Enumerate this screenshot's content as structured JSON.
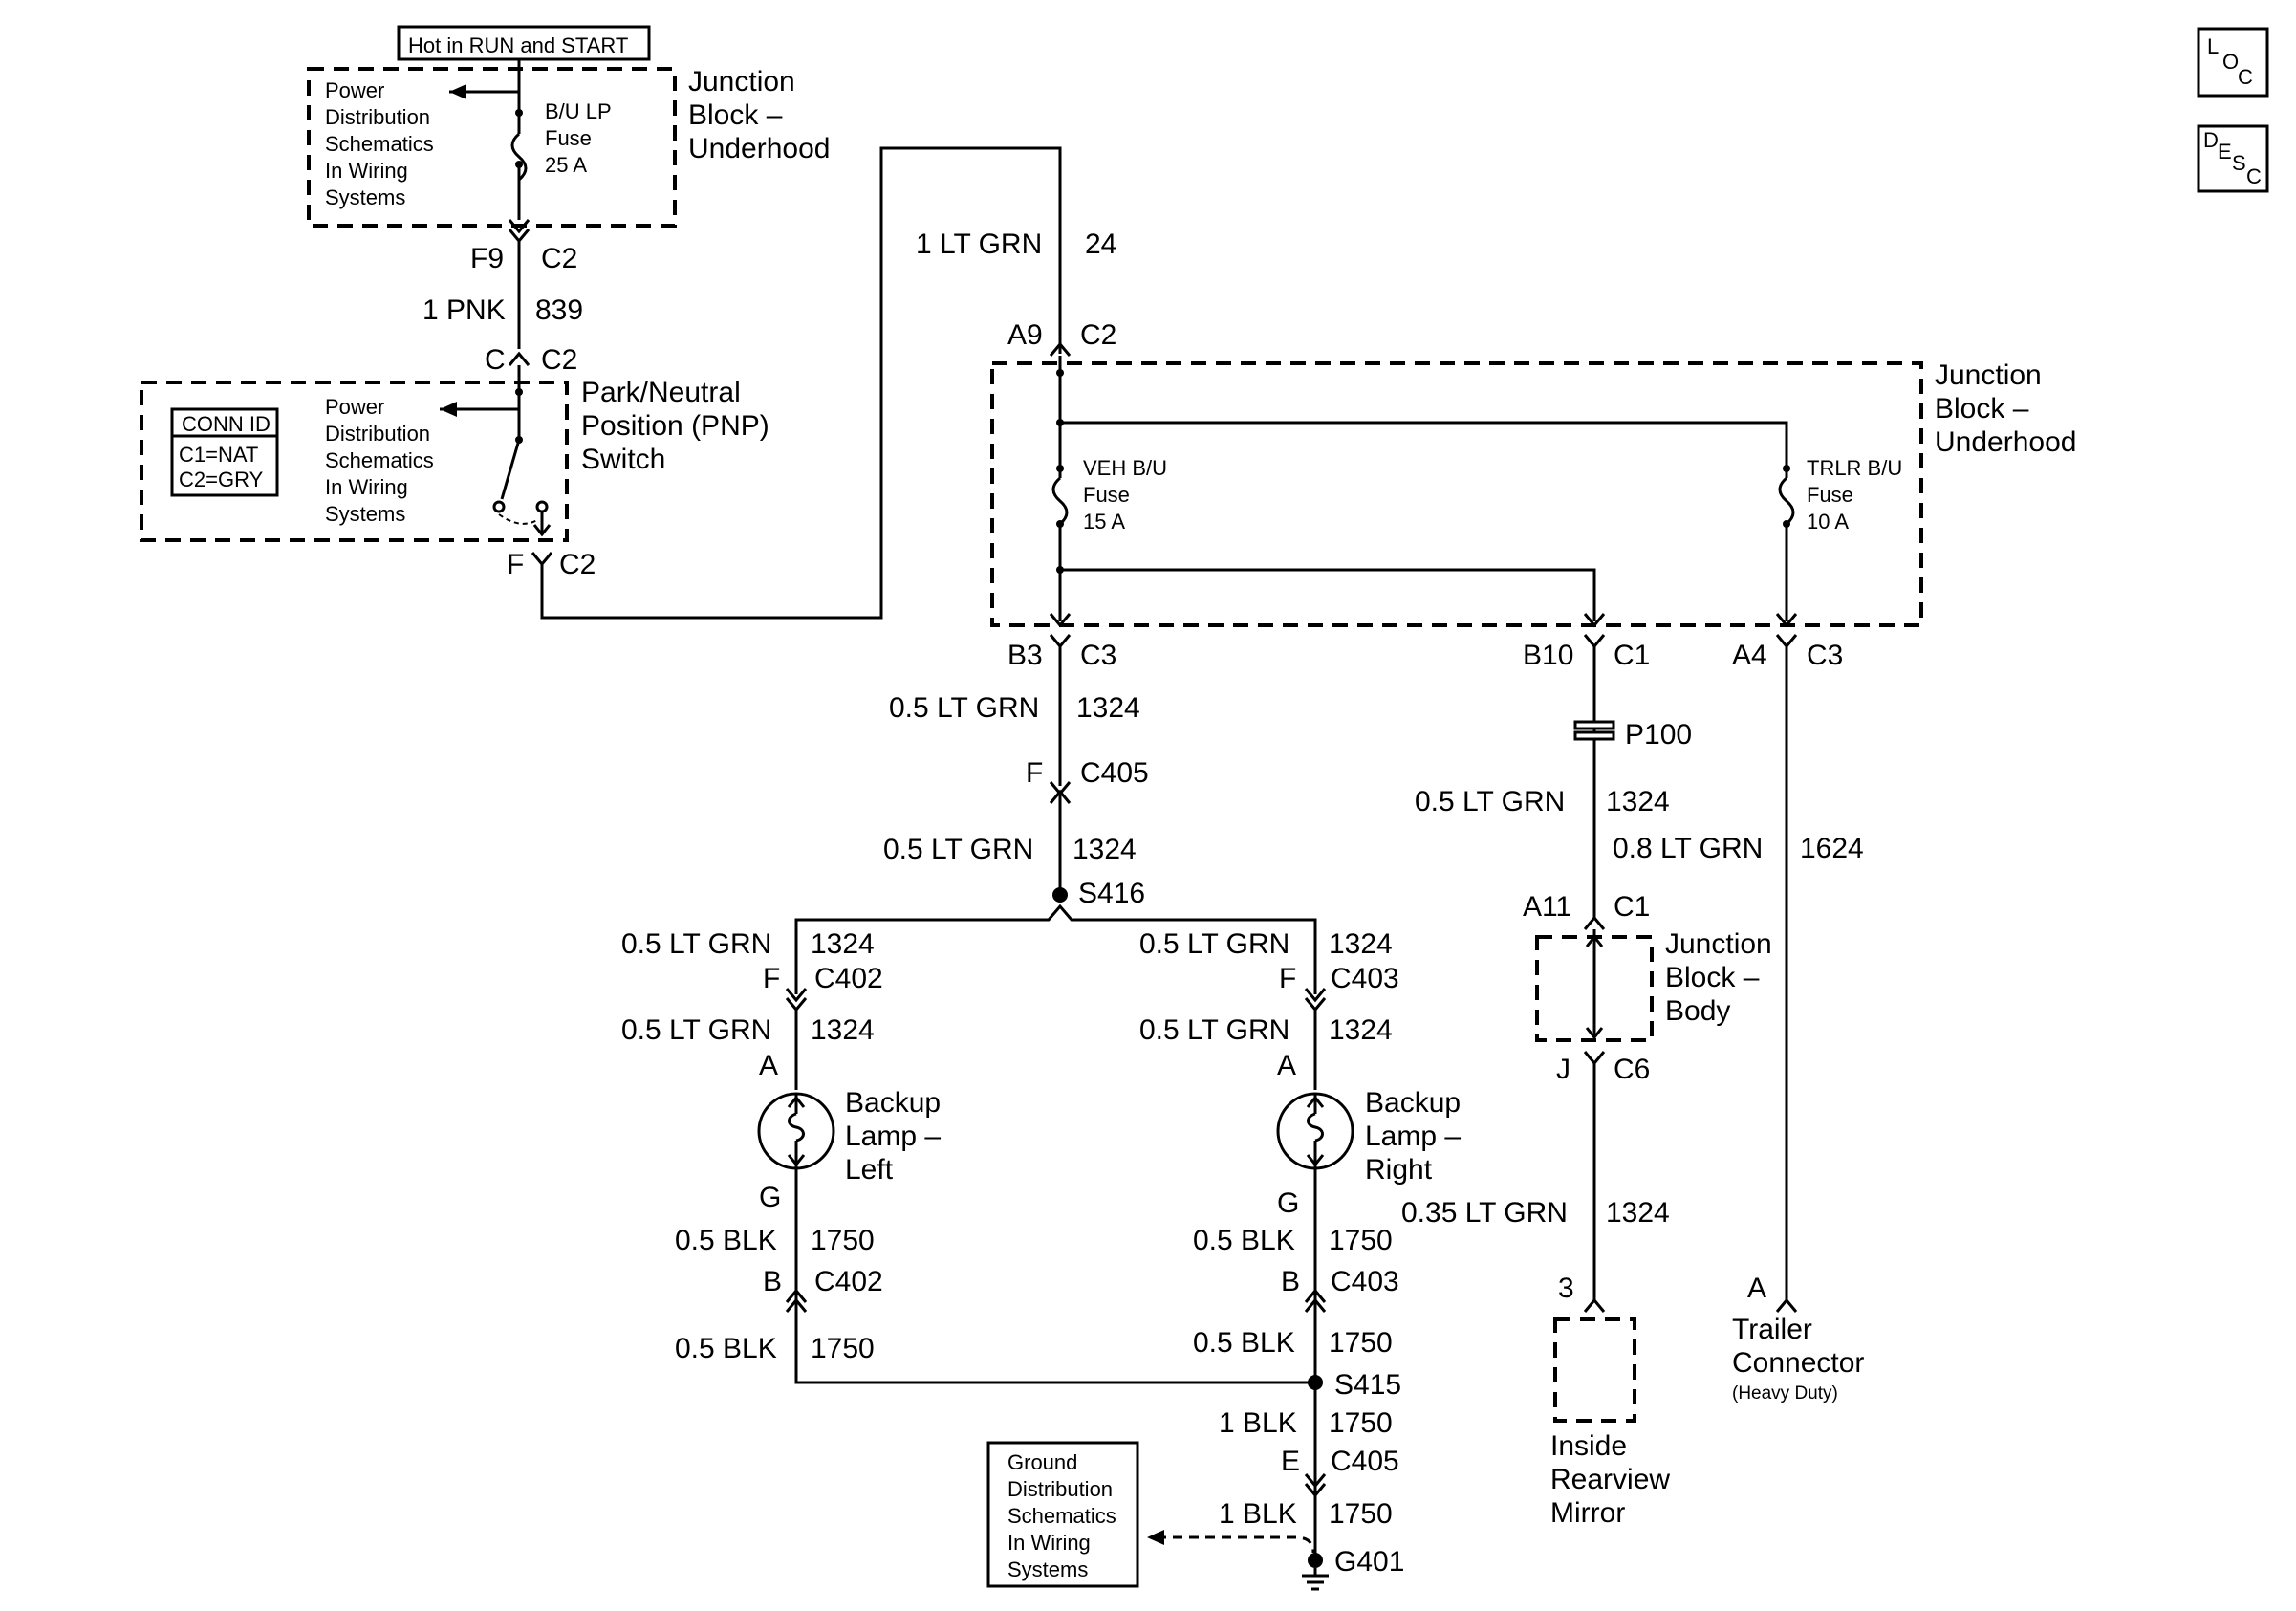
{
  "hot_label": "Hot in RUN and START",
  "fuse_bu_lp": {
    "name": "B/U LP",
    "word": "Fuse",
    "rating": "25 A"
  },
  "jb_underhood_1": [
    "Junction",
    "Block –",
    "Underhood"
  ],
  "power_dist": [
    "Power",
    "Distribution",
    "Schematics",
    "In Wiring",
    "Systems"
  ],
  "conn_top": {
    "pin": "F9",
    "id": "C2"
  },
  "wire_pnk": {
    "gauge": "1 PNK",
    "circuit": "839"
  },
  "conn_pnp_top": {
    "pin": "C",
    "id": "C2"
  },
  "conn_id": {
    "title": "CONN ID",
    "c1": "C1=NAT",
    "c2": "C2=GRY"
  },
  "pnp_switch": [
    "Park/Neutral",
    "Position (PNP)",
    "Switch"
  ],
  "conn_pnp_bottom": {
    "pin": "F",
    "id": "C2"
  },
  "wire_ltgrn_24": {
    "gauge": "1 LT GRN",
    "circuit": "24"
  },
  "conn_a9": {
    "pin": "A9",
    "id": "C2"
  },
  "jb_underhood_2": [
    "Junction",
    "Block –",
    "Underhood"
  ],
  "fuse_veh": {
    "name": "VEH B/U",
    "word": "Fuse",
    "rating": "15 A"
  },
  "fuse_trlr": {
    "name": "TRLR B/U",
    "word": "Fuse",
    "rating": "10 A"
  },
  "conn_b3": {
    "pin": "B3",
    "id": "C3"
  },
  "conn_b10": {
    "pin": "B10",
    "id": "C1"
  },
  "conn_a4": {
    "pin": "A4",
    "id": "C3"
  },
  "w1324_a": {
    "gauge": "0.5 LT GRN",
    "circuit": "1324"
  },
  "conn_c405_f": {
    "pin": "F",
    "id": "C405"
  },
  "w1324_b": {
    "gauge": "0.5 LT GRN",
    "circuit": "1324"
  },
  "splice_s416": "S416",
  "p100": "P100",
  "w1324_p": {
    "gauge": "0.5 LT GRN",
    "circuit": "1324"
  },
  "w1624": {
    "gauge": "0.8 LT GRN",
    "circuit": "1624"
  },
  "conn_a11": {
    "pin": "A11",
    "id": "C1"
  },
  "jb_body": [
    "Junction",
    "Block –",
    "Body"
  ],
  "conn_j": {
    "pin": "J",
    "id": "C6"
  },
  "w1324_mirror": {
    "gauge": "0.35 LT GRN",
    "circuit": "1324"
  },
  "mirror_pin": "3",
  "mirror": [
    "Inside",
    "Rearview",
    "Mirror"
  ],
  "trailer_pin": "A",
  "trailer": [
    "Trailer",
    "Connector"
  ],
  "trailer_note": "(Heavy Duty)",
  "left_w1": {
    "gauge": "0.5 LT GRN",
    "circuit": "1324"
  },
  "left_c402_f": {
    "pin": "F",
    "id": "C402"
  },
  "left_w2": {
    "gauge": "0.5 LT GRN",
    "circuit": "1324"
  },
  "left_pin_a": "A",
  "lamp_left": [
    "Backup",
    "Lamp –",
    "Left"
  ],
  "left_pin_g": "G",
  "left_w3": {
    "gauge": "0.5 BLK",
    "circuit": "1750"
  },
  "left_c402_b": {
    "pin": "B",
    "id": "C402"
  },
  "left_w4": {
    "gauge": "0.5 BLK",
    "circuit": "1750"
  },
  "right_w1": {
    "gauge": "0.5 LT GRN",
    "circuit": "1324"
  },
  "right_c403_f": {
    "pin": "F",
    "id": "C403"
  },
  "right_w2": {
    "gauge": "0.5 LT GRN",
    "circuit": "1324"
  },
  "right_pin_a": "A",
  "lamp_right": [
    "Backup",
    "Lamp –",
    "Right"
  ],
  "right_pin_g": "G",
  "right_w3": {
    "gauge": "0.5 BLK",
    "circuit": "1750"
  },
  "right_c403_b": {
    "pin": "B",
    "id": "C403"
  },
  "right_w4": {
    "gauge": "0.5 BLK",
    "circuit": "1750"
  },
  "splice_s415": "S415",
  "gnd_w1": {
    "gauge": "1 BLK",
    "circuit": "1750"
  },
  "conn_c405_e": {
    "pin": "E",
    "id": "C405"
  },
  "gnd_w2": {
    "gauge": "1 BLK",
    "circuit": "1750"
  },
  "ground_g401": "G401",
  "ground_dist": [
    "Ground",
    "Distribution",
    "Schematics",
    "In Wiring",
    "Systems"
  ],
  "loc_icon": {
    "a": "L",
    "b": "O",
    "c": "C"
  },
  "desc_icon": {
    "a": "D",
    "b": "E",
    "c": "S",
    "d": "C"
  }
}
